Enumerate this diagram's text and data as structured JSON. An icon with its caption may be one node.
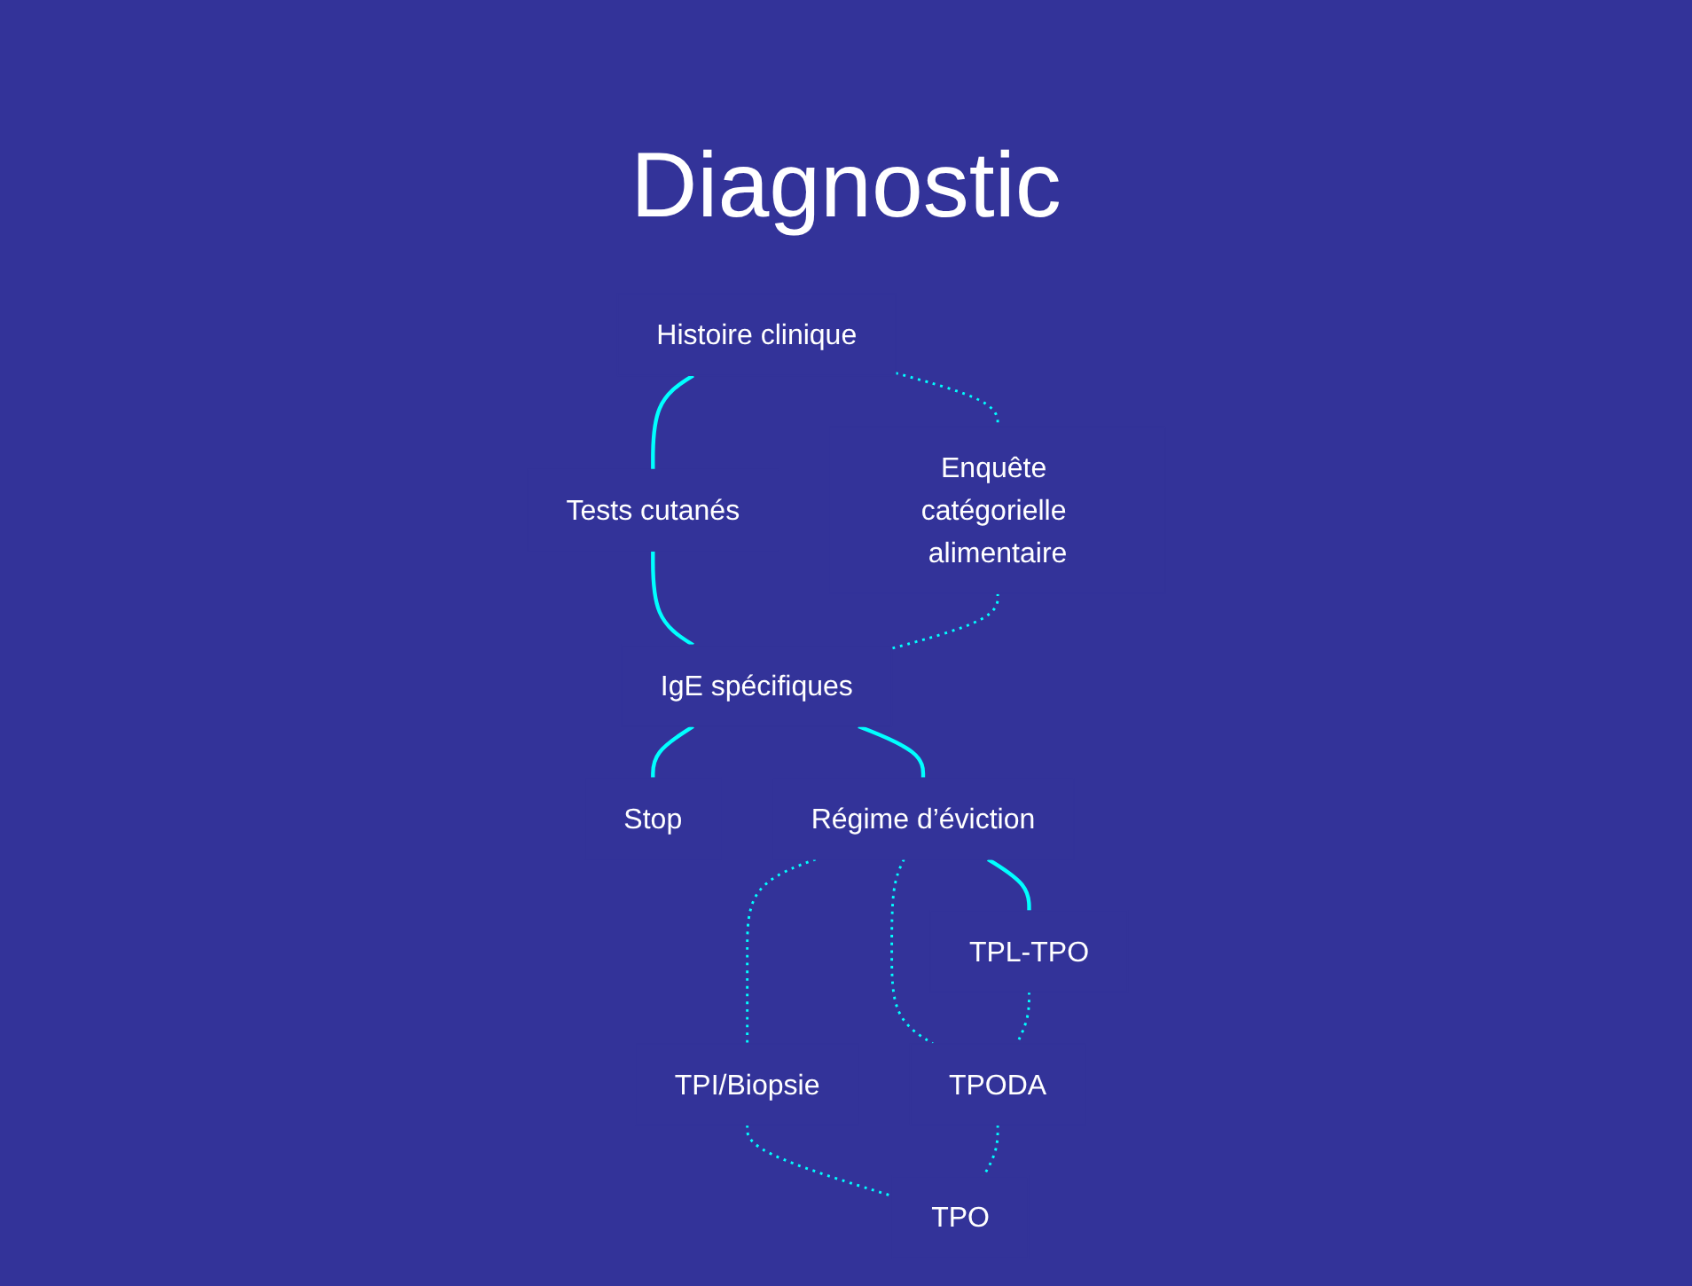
{
  "diagram": {
    "title": "Diagnostic",
    "nodes": [
      {
        "text": [
          "Histoire clinique"
        ]
      },
      {
        "text": [
          "Tests cutanés"
        ]
      },
      {
        "text": [
          "Enquête catégorielle alimentaire"
        ]
      },
      {
        "text": [
          "IgE spécifiques"
        ]
      },
      {
        "text": [
          "Stop"
        ]
      },
      {
        "text": [
          "Régime d’éviction"
        ]
      },
      {
        "text": [
          "TPL-TPO"
        ]
      },
      {
        "text": [
          "TPI/Biopsie"
        ]
      },
      {
        "text": [
          "TPODA"
        ]
      },
      {
        "text": [
          "TPO"
        ]
      }
    ],
    "edges": [
      {
        "from": 0,
        "to": 1,
        "arrow": "none"
      },
      {
        "from": 0,
        "to": 2,
        "arrow": "none",
        "style": "dashed"
      },
      {
        "from": 1,
        "to": 3,
        "arrow": "none"
      },
      {
        "from": 2,
        "to": 3,
        "arrow": "none",
        "style": "dashed"
      },
      {
        "from": 3,
        "to": 4,
        "arrow": "none"
      },
      {
        "from": 3,
        "to": 5,
        "arrow": "none"
      },
      {
        "from": 5,
        "to": 6,
        "arrow": "none"
      },
      {
        "from": 5,
        "to": 7,
        "arrow": "none",
        "style": "dashed"
      },
      {
        "from": 5,
        "to": 8,
        "arrow": "none",
        "style": "dashed"
      },
      {
        "from": 6,
        "to": 8,
        "arrow": "none",
        "style": "dashed"
      },
      {
        "from": 7,
        "to": 9,
        "arrow": "none",
        "style": "dashed"
      },
      {
        "from": 8,
        "to": 9,
        "arrow": "none",
        "style": "dashed"
      }
    ]
  }
}
